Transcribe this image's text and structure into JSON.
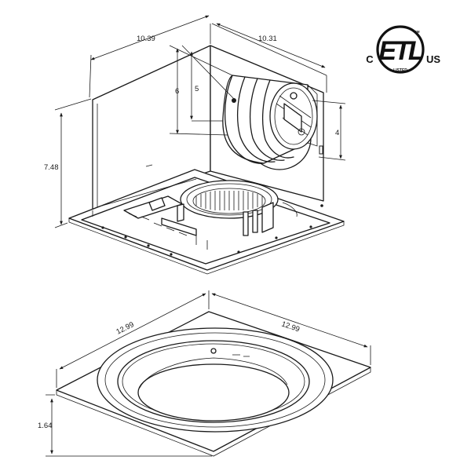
{
  "top_view": {
    "dim_width": "10.39",
    "dim_depth": "10.31",
    "dim_height": "7.48",
    "dim_duct_center": "6",
    "dim_duct_top": "5",
    "dim_duct_diameter": "4"
  },
  "bottom_view": {
    "dim_grille_left": "12.99",
    "dim_grille_right": "12.99",
    "dim_grille_height": "1.64"
  },
  "certification": {
    "mark": "ETL",
    "left_letter": "C",
    "right_letters": "US",
    "ring_text": "LISTED",
    "superscript": "CM"
  }
}
